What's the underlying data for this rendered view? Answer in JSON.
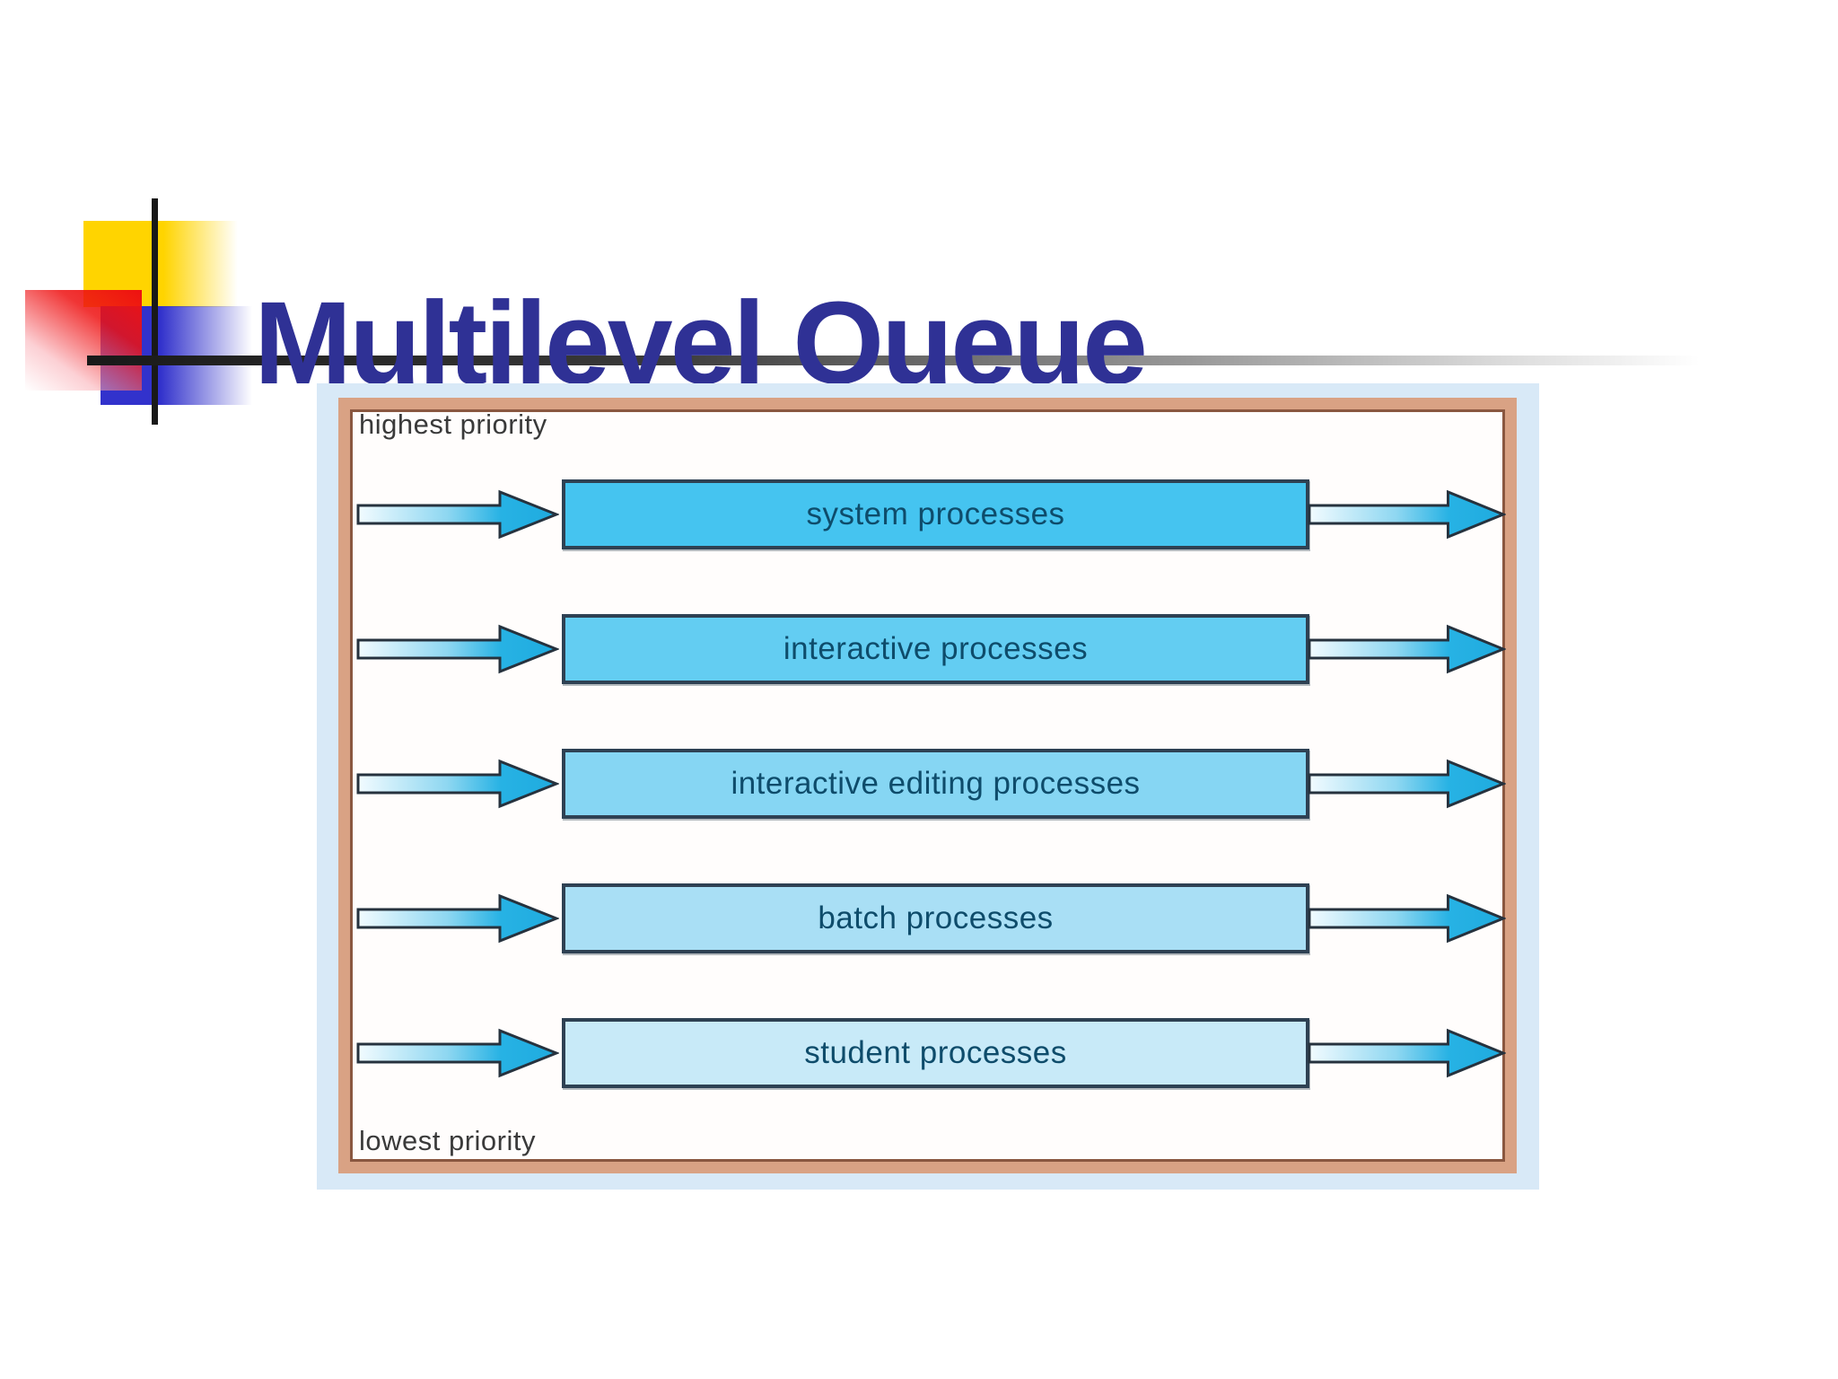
{
  "slide": {
    "title": "Multilevel Queue",
    "title_color": "#2f3195",
    "background_color": "#ffffff"
  },
  "decoration": {
    "yellow_square_color": "#ffd400",
    "red_square_color": "#ee1111",
    "blue_square_color": "#3232cc",
    "line_color": "#191919"
  },
  "diagram": {
    "top_label": "highest priority",
    "bottom_label": "lowest priority",
    "label_color": "#3a3a3a",
    "panel_color": "#d8e9f7",
    "frame_color": "#d9a284",
    "frame_inner_line_color": "#8a5740",
    "queue_border_color": "#2e4153",
    "queue_text_color": "#0e4c6b",
    "arrow_outline_color": "#26323e",
    "arrow_gradient": [
      "#f2fbff",
      "#8ed7f1",
      "#27b2e4",
      "#1fabdf"
    ],
    "queues": [
      {
        "label": "system processes",
        "fill": "#45c4f0"
      },
      {
        "label": "interactive processes",
        "fill": "#63cdf2"
      },
      {
        "label": "interactive editing processes",
        "fill": "#86d6f3"
      },
      {
        "label": "batch processes",
        "fill": "#a9dff5"
      },
      {
        "label": "student processes",
        "fill": "#c8eaf8"
      }
    ]
  }
}
